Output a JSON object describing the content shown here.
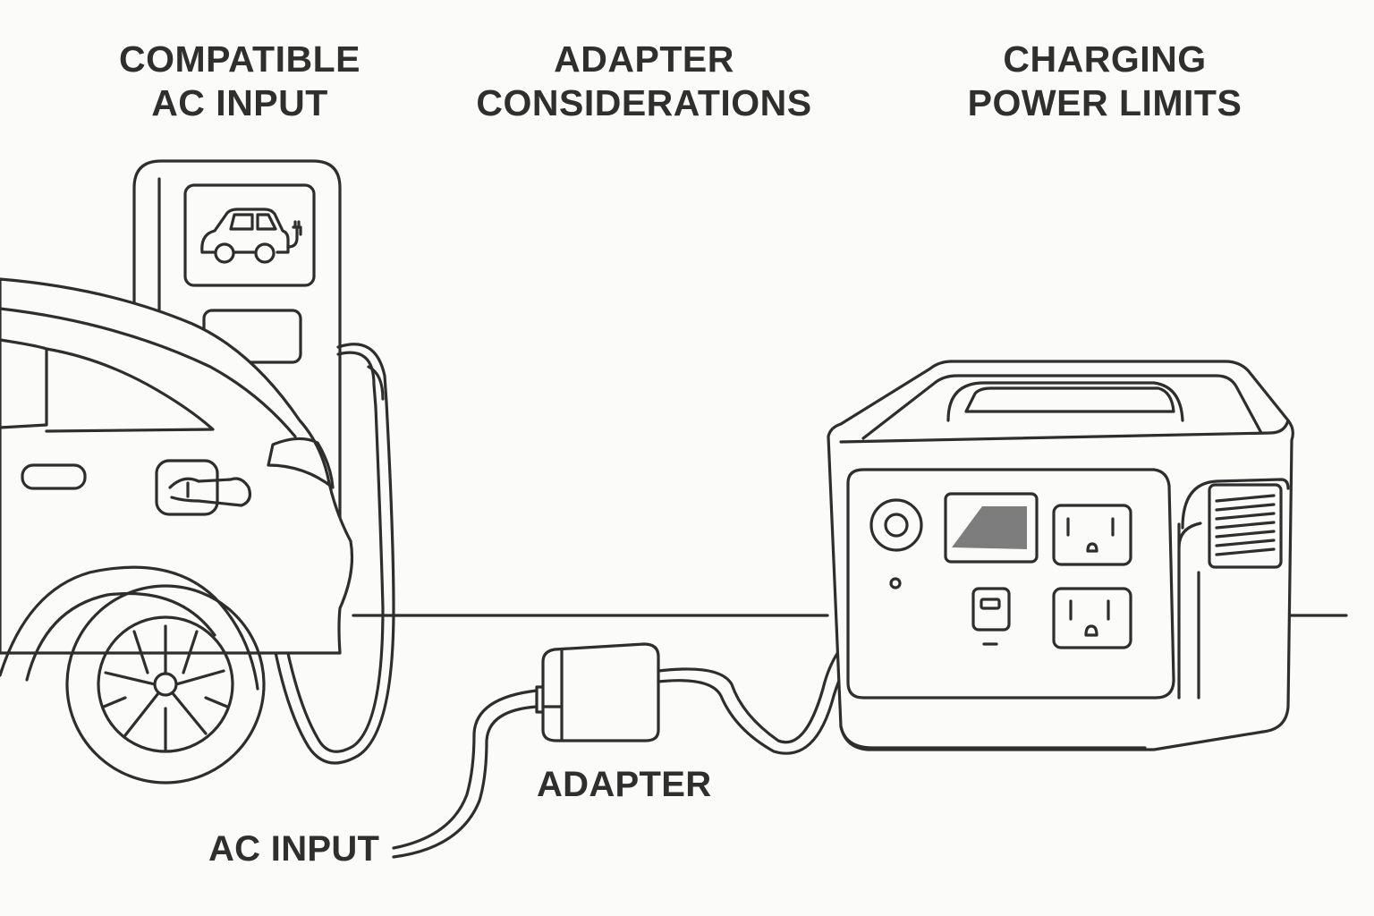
{
  "headings": {
    "compatible": [
      "COMPATIBLE",
      "AC INPUT"
    ],
    "adapter": [
      "ADAPTER",
      "CONSIDERATIONS"
    ],
    "power": [
      "CHARGING",
      "POWER LIMITS"
    ]
  },
  "labels": {
    "adapter": "ADAPTER",
    "ac_input": "AC INPUT"
  },
  "colors": {
    "background": "#fbfbf9",
    "ink": "#2e2e2e",
    "screen": "#7d7d7d"
  }
}
